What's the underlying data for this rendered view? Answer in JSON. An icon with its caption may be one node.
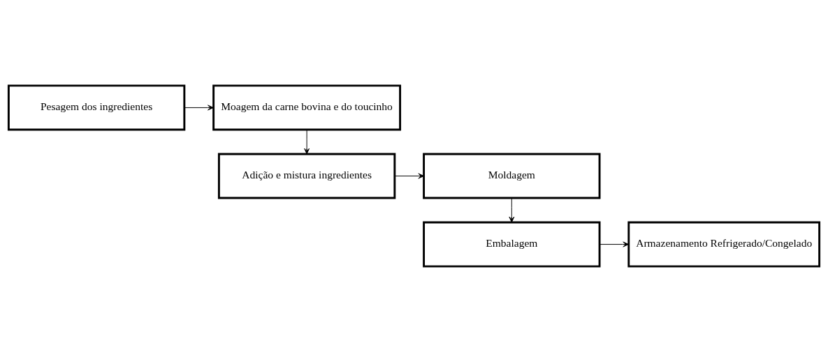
{
  "diagram": {
    "nodes": [
      {
        "text": [
          "Pesagem dos ingredientes"
        ]
      },
      {
        "text": [
          "Moagem da carne bovina e do toucinho"
        ]
      },
      {
        "text": [
          "Adição e mistura ingredientes"
        ]
      },
      {
        "text": [
          "Moldagem"
        ]
      },
      {
        "text": [
          "Embalagem"
        ]
      },
      {
        "text": [
          "Armazenamento Refrigerado/Congelado"
        ]
      }
    ],
    "edges": [
      {
        "from": 0,
        "to": 1,
        "arrow": "to"
      },
      {
        "from": 1,
        "to": 2,
        "arrow": "to"
      },
      {
        "from": 2,
        "to": 3,
        "arrow": "to"
      },
      {
        "from": 3,
        "to": 4,
        "arrow": "to"
      },
      {
        "from": 4,
        "to": 5,
        "arrow": "to"
      }
    ]
  }
}
